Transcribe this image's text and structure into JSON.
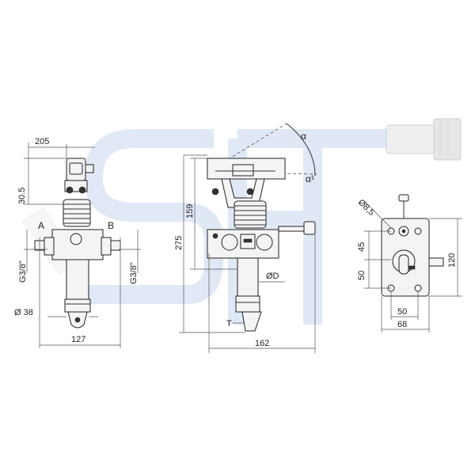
{
  "watermark": {
    "letters": "SH",
    "color": "#c8d6ee"
  },
  "colors": {
    "line": "#222222",
    "background": "#ffffff",
    "connector": "#e8e8e8"
  },
  "views": {
    "side": {
      "dims": {
        "top_width": "205",
        "head_height": "30.5",
        "port_a": "A",
        "port_b": "B",
        "thread_left": "G3/8\"",
        "thread_right": "G3/8\"",
        "diameter": "Ø 38",
        "overall_width": "127"
      }
    },
    "front": {
      "dims": {
        "alpha": "α",
        "alpha1": "α¹",
        "height_upper": "159",
        "height_total": "275",
        "diameter_d": "ØD",
        "tank_t": "T",
        "overall_length": "162"
      }
    },
    "mounting": {
      "dims": {
        "hole_diameter": "Ø8,5",
        "height_45": "45",
        "height_50": "50",
        "height_120": "120",
        "width_50": "50",
        "width_68": "68"
      }
    }
  }
}
